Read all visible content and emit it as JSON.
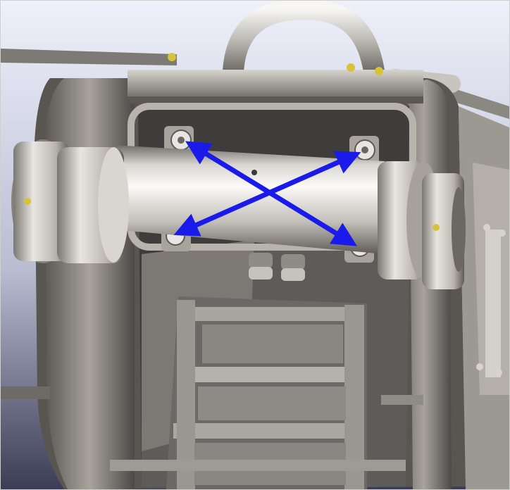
{
  "scene": {
    "colors": {
      "background_top": "#e8eaf6",
      "background_bottom": "#3a3a52",
      "frame_metal": "#8a8680",
      "frame_dark": "#4a4846",
      "panel_light": "#c9c6c0",
      "shaft_highlight": "#f4f2ee",
      "shaft_shadow": "#7a7670",
      "arrow_blue": "#1a1aeb",
      "bolt_yellow": "#d8c23a"
    },
    "icons": [
      "blue-diagonal-arrow",
      "blue-diagonal-arrow",
      "mounting-bolt"
    ]
  }
}
